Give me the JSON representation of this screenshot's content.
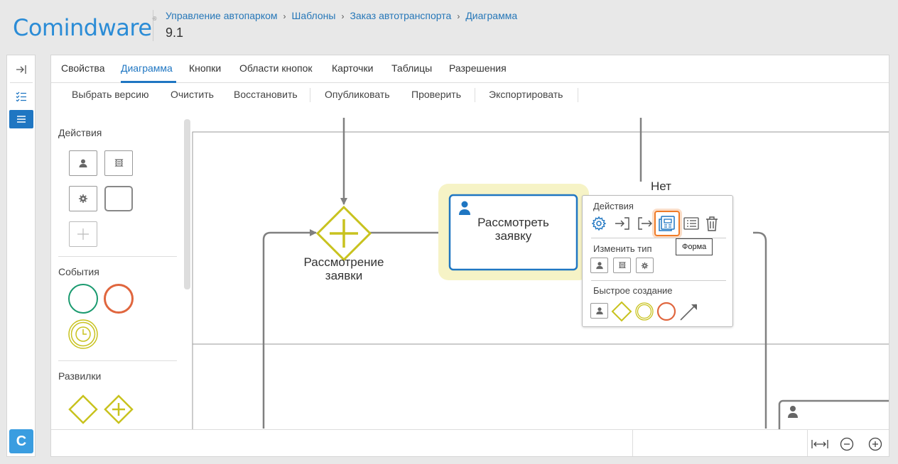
{
  "brand": {
    "logo_text": "Comindware",
    "logo_mark": "®"
  },
  "breadcrumb": {
    "items": [
      "Управление автопарком",
      "Шаблоны",
      "Заказ автотранспорта",
      "Диаграмма"
    ],
    "separator": "›"
  },
  "version": "9.1",
  "rail": {
    "app_letter": "C"
  },
  "tabs": [
    {
      "label": "Свойства"
    },
    {
      "label": "Диаграмма"
    },
    {
      "label": "Кнопки"
    },
    {
      "label": "Области кнопок"
    },
    {
      "label": "Карточки"
    },
    {
      "label": "Таблицы"
    },
    {
      "label": "Разрешения"
    }
  ],
  "active_tab": "Диаграмма",
  "toolbar": {
    "items": [
      "Выбрать версию",
      "Очистить",
      "Восстановить",
      "Опубликовать",
      "Проверить",
      "Экспортировать"
    ]
  },
  "palette": {
    "actions_title": "Действия",
    "events_title": "События",
    "gateways_title": "Развилки"
  },
  "diagram": {
    "gateway_label_line1": "Рассмотрение",
    "gateway_label_line2": "заявки",
    "task_label_line1": "Рассмотреть",
    "task_label_line2": "заявку",
    "flow_label": "Нет"
  },
  "popup": {
    "actions_title": "Действия",
    "change_type_title": "Изменить тип",
    "quick_create_title": "Быстрое создание",
    "tooltip": "Форма"
  },
  "colors": {
    "accent": "#1f76c2",
    "gateway": "#c8c21e",
    "start_event": "#1a9a6f",
    "end_event": "#e0663e",
    "highlight": "#f07b27",
    "task_halo": "#f6f3c6"
  }
}
